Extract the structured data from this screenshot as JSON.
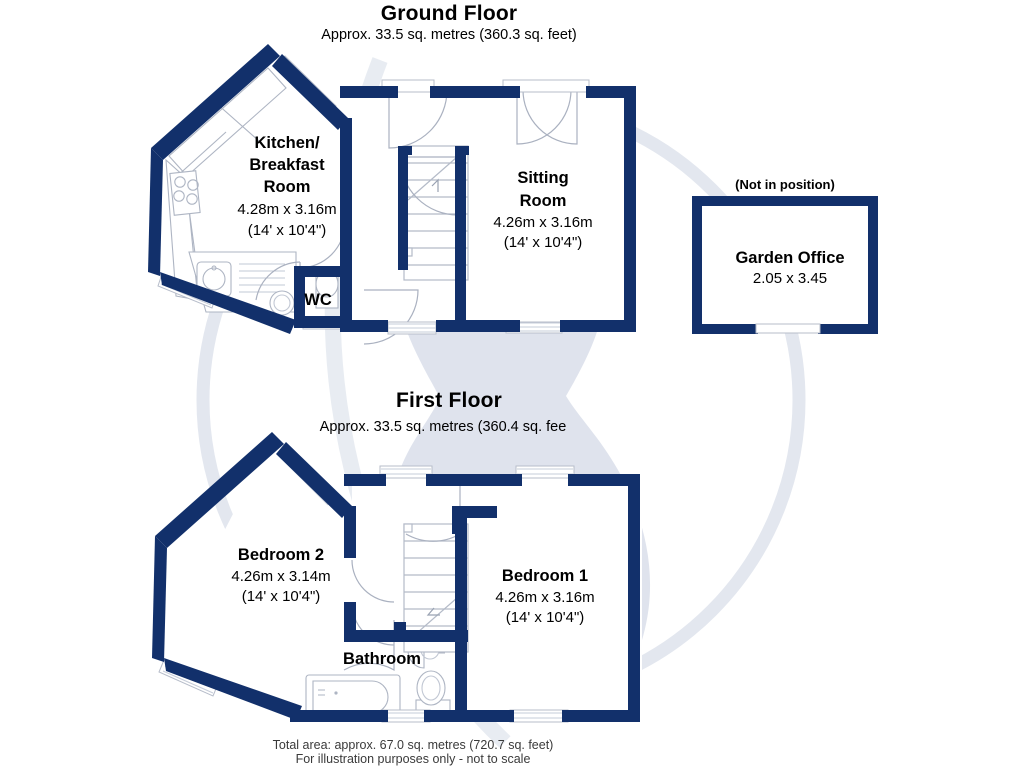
{
  "document": {
    "type": "floor-plan",
    "background_color": "#ffffff",
    "wall_color": "#12306b",
    "watermark_color": "#dfe3ec",
    "fixture_line_color": "#9aa3b5"
  },
  "ground_floor": {
    "title": "Ground Floor",
    "subtitle": "Approx.  33.5 sq. metres (360.3 sq. feet)",
    "rooms": [
      {
        "name_line1": "Kitchen/",
        "name_line2": "Breakfast",
        "name_line3": "Room",
        "dim_metric": "4.28m x 3.16m",
        "dim_imperial": "(14' x 10'4\")"
      },
      {
        "name_line1": "Sitting",
        "name_line2": "Room",
        "dim_metric": "4.26m x 3.16m",
        "dim_imperial": "(14' x 10'4\")"
      },
      {
        "name_line1": "WC"
      }
    ]
  },
  "first_floor": {
    "title": "First Floor",
    "subtitle": "Approx.  33.5 sq. metres (360.4 sq. fee",
    "rooms": [
      {
        "name_line1": "Bedroom 2",
        "dim_metric": "4.26m x 3.14m",
        "dim_imperial": "(14' x 10'4\")"
      },
      {
        "name_line1": "Bedroom 1",
        "dim_metric": "4.26m x 3.16m",
        "dim_imperial": "(14' x 10'4\")"
      },
      {
        "name_line1": "Bathroom"
      }
    ]
  },
  "outbuilding": {
    "note": "(Not in position)",
    "name": "Garden Office",
    "dim_metric": "2.05 x 3.45"
  },
  "footer": {
    "total_area": "Total area: approx.  67.0 sq. metres (720.7 sq. feet)",
    "disclaimer": "For illustration purposes only - not to scale"
  }
}
